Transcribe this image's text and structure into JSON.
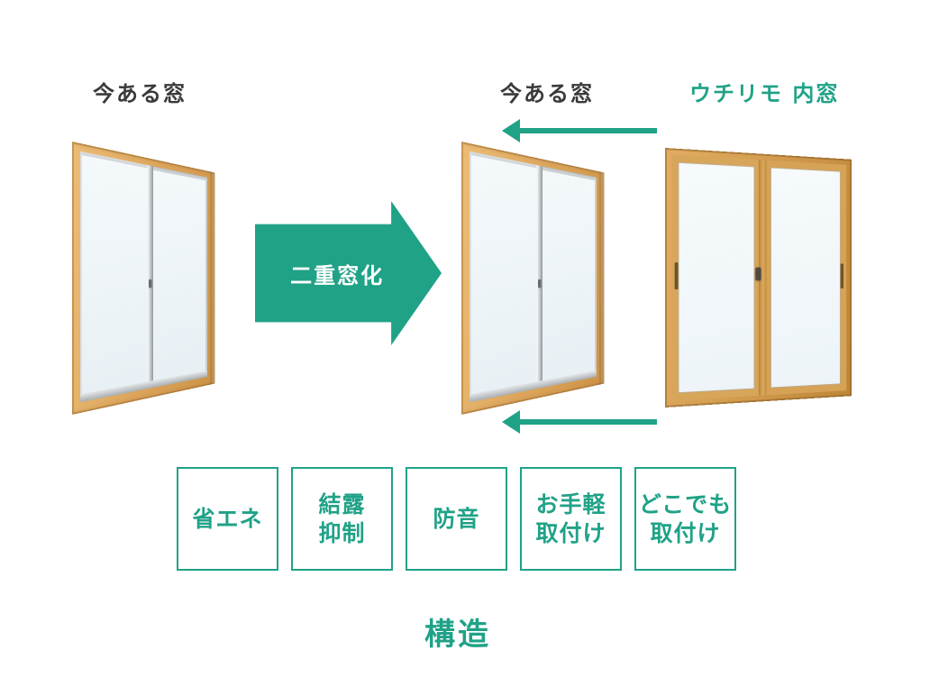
{
  "colors": {
    "accent_teal": "#20a287",
    "label_dark": "#3a3a3a",
    "wood_frame": "#d8a55c",
    "aluminium_sash": "#c9cdd0",
    "glass": "#eef5f9",
    "arrow_text": "#ffffff"
  },
  "labels": {
    "existing_window_before": "今ある窓",
    "existing_window_after": "今ある窓",
    "inner_window": "ウチリモ 内窓"
  },
  "conversion_arrow": {
    "label": "二重窓化"
  },
  "icons": {
    "conversion_arrow": "right-arrow",
    "existing_window_pointer_top": "left-arrow",
    "existing_window_pointer_bottom": "left-arrow"
  },
  "features": [
    {
      "label": "省エネ"
    },
    {
      "label": "結露\n抑制"
    },
    {
      "label": "防音"
    },
    {
      "label": "お手軽\n取付け"
    },
    {
      "label": "どこでも\n取付け"
    }
  ],
  "footer": {
    "label": "構造"
  }
}
